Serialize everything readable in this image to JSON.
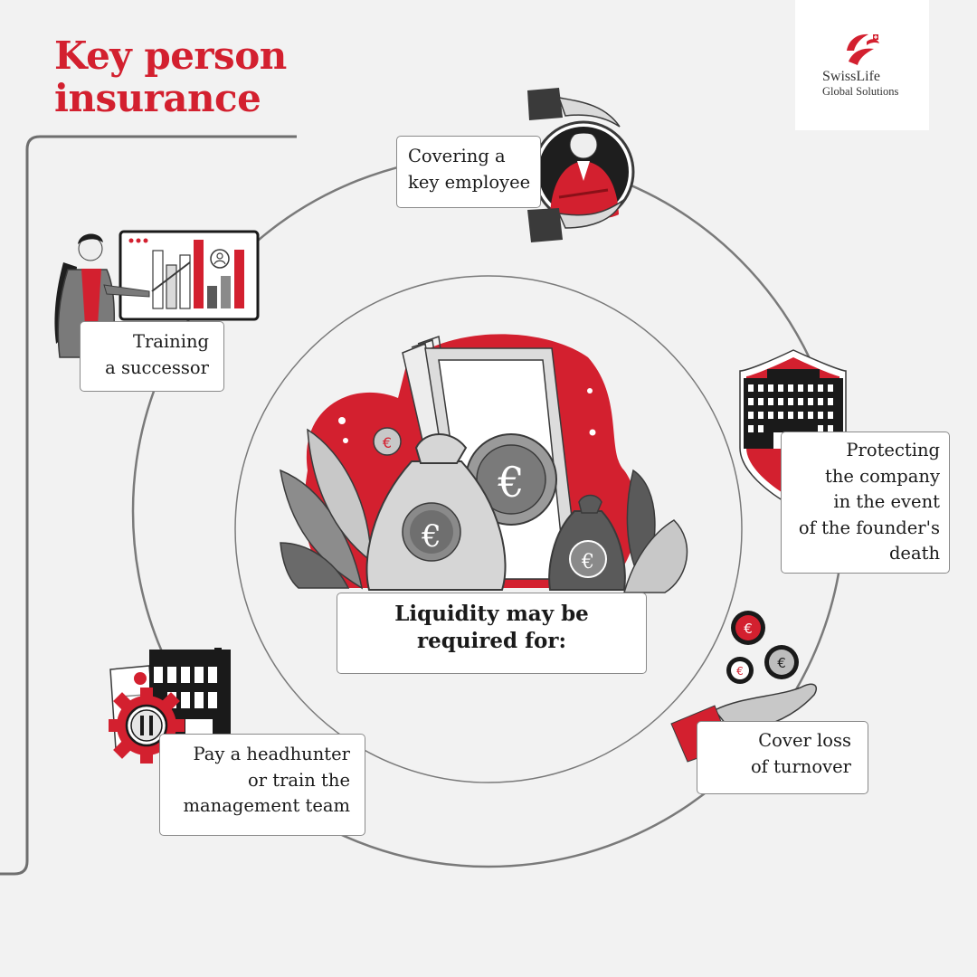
{
  "title": {
    "line1": "Key person",
    "line2": "insurance"
  },
  "logo": {
    "brand": "SwissLife",
    "subtitle": "Global Solutions"
  },
  "center": {
    "line1": "Liquidity may be",
    "line2": "required for:"
  },
  "items": {
    "key_employee": {
      "line1": "Covering a",
      "line2": "key employee"
    },
    "successor": {
      "line1": "Training",
      "line2": "a successor"
    },
    "founder": {
      "line1": "Protecting",
      "line2": "the company",
      "line3": "in the event",
      "line4": "of the founder's",
      "line5": "death"
    },
    "turnover": {
      "line1": "Cover loss",
      "line2": "of turnover"
    },
    "headhunter": {
      "line1": "Pay a headhunter",
      "line2": "or train the",
      "line3": "management team"
    }
  },
  "icons": {
    "logo": "swisslife-logo-icon",
    "key_employee": "businessman-in-hands-icon",
    "successor": "presenter-with-chart-icon",
    "founder": "shielded-building-icon",
    "turnover": "hand-with-euro-coins-icon",
    "headhunter": "building-gear-document-icon",
    "center": "euro-money-bags-icon"
  },
  "colors": {
    "accent": "#d3202f",
    "background": "#f2f2f2",
    "dark": "#3a3a3a",
    "mid": "#7d7d7d",
    "light": "#c8c8c8"
  }
}
